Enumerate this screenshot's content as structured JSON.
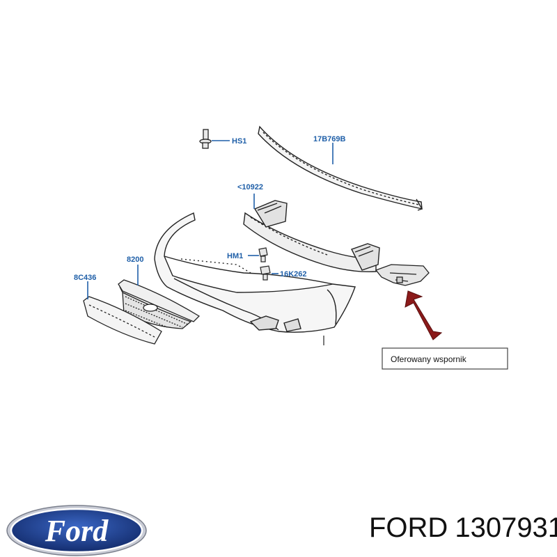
{
  "diagram": {
    "part_labels": {
      "hs1": "HS1",
      "p17b769b": "17B769B",
      "p10922": "<10922",
      "hm1": "HM1",
      "p16k262": "16K262",
      "p8200": "8200",
      "p8c436": "8C436"
    },
    "callout": "Oferowany wspornik",
    "arrow_color": "#8b1a1a",
    "label_color": "#1f5fa8"
  },
  "footer": {
    "brand": "FORD",
    "part_number": "1307931",
    "logo_text": "Ford",
    "logo_color": "#1d3f8f"
  }
}
